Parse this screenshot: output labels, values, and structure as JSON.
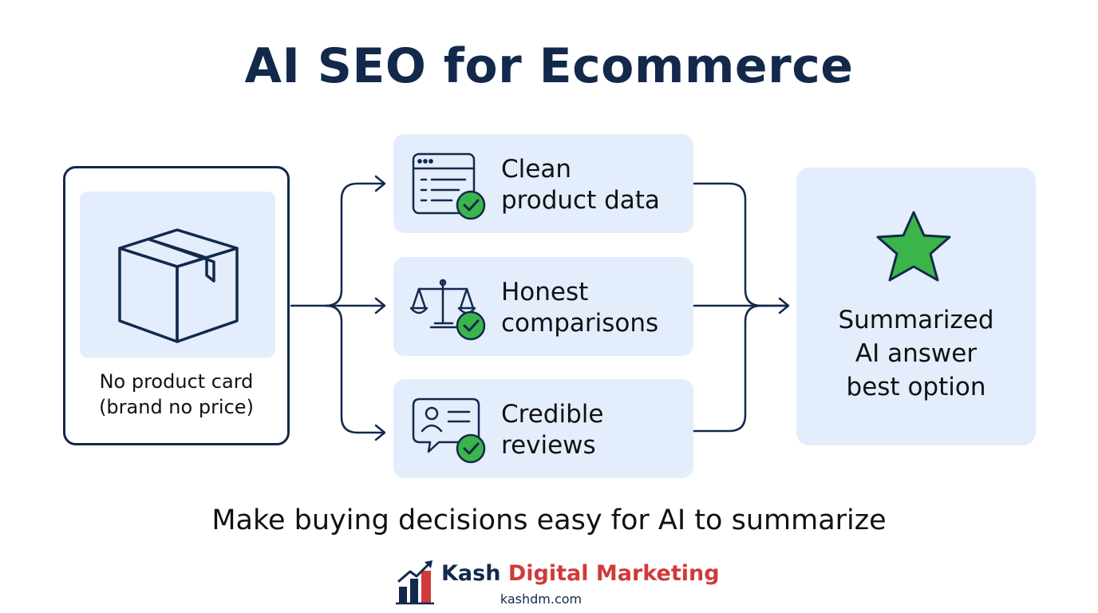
{
  "title": "AI SEO for Ecommerce",
  "source": {
    "line1": "No product card",
    "line2": "(brand no price)",
    "icon": "box-icon"
  },
  "steps": [
    {
      "line1": "Clean",
      "line2": "product data",
      "icon": "browser-checklist-icon"
    },
    {
      "line1": "Honest",
      "line2": "comparisons",
      "icon": "scale-icon"
    },
    {
      "line1": "Credible",
      "line2": "reviews",
      "icon": "review-card-icon"
    }
  ],
  "result": {
    "line1": "Summarized",
    "line2": "AI answer",
    "line3": "best option",
    "icon": "star-icon"
  },
  "tagline": "Make buying decisions easy for AI to summarize",
  "brand": {
    "name_first": "Kash",
    "name_second": "Digital Marketing",
    "url": "kashdm.com",
    "logo_icon": "growth-bars-icon"
  },
  "colors": {
    "navy": "#13294b",
    "panel": "#e3edfb",
    "check_green": "#3bb54a",
    "brand_red": "#d03a3a"
  }
}
